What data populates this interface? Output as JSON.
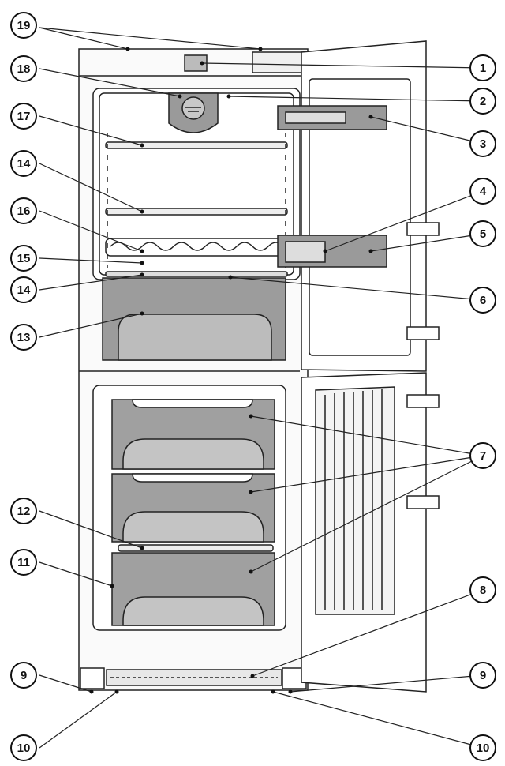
{
  "callouts": [
    {
      "id": "c1",
      "number": "1"
    },
    {
      "id": "c2",
      "number": "2"
    },
    {
      "id": "c3",
      "number": "3"
    },
    {
      "id": "c4",
      "number": "4"
    },
    {
      "id": "c5",
      "number": "5"
    },
    {
      "id": "c6",
      "number": "6"
    },
    {
      "id": "c7",
      "number": "7"
    },
    {
      "id": "c8",
      "number": "8"
    },
    {
      "id": "c9r",
      "number": "9"
    },
    {
      "id": "c10r",
      "number": "10"
    },
    {
      "id": "c9l",
      "number": "9"
    },
    {
      "id": "c10l",
      "number": "10"
    },
    {
      "id": "c11",
      "number": "11"
    },
    {
      "id": "c12",
      "number": "12"
    },
    {
      "id": "c13",
      "number": "13"
    },
    {
      "id": "c14b",
      "number": "14"
    },
    {
      "id": "c15",
      "number": "15"
    },
    {
      "id": "c16",
      "number": "16"
    },
    {
      "id": "c14a",
      "number": "14"
    },
    {
      "id": "c17",
      "number": "17"
    },
    {
      "id": "c18",
      "number": "18"
    },
    {
      "id": "c19",
      "number": "19"
    }
  ]
}
